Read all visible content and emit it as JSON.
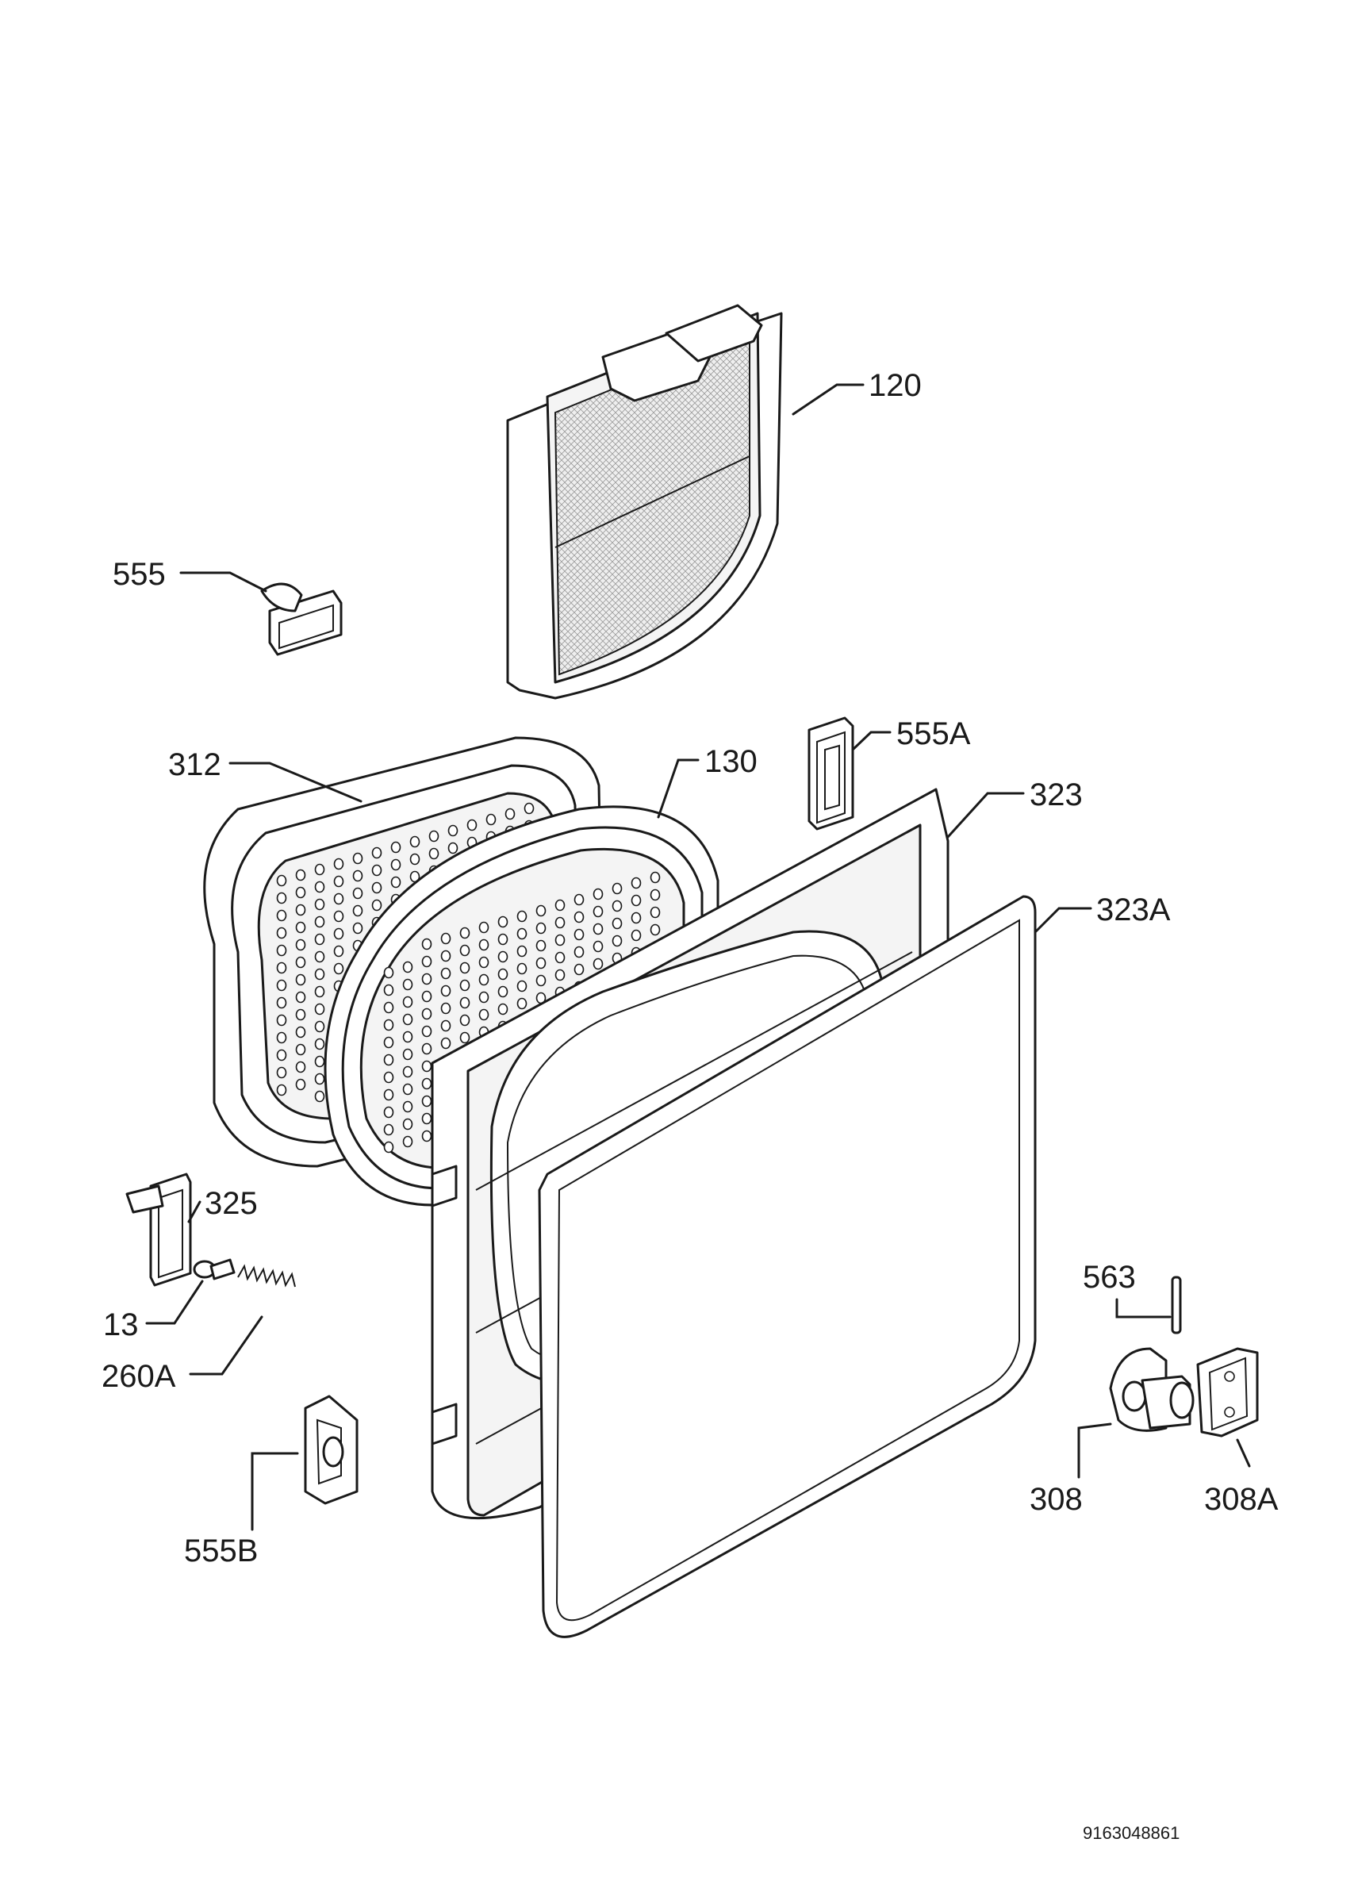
{
  "callouts": {
    "p120": "120",
    "p555": "555",
    "p312": "312",
    "p130": "130",
    "p555A": "555A",
    "p323": "323",
    "p323A": "323A",
    "p325": "325",
    "p13": "13",
    "p260A": "260A",
    "p563": "563",
    "p308": "308",
    "p308A": "308A",
    "p555B": "555B"
  },
  "document_number": "9163048861"
}
